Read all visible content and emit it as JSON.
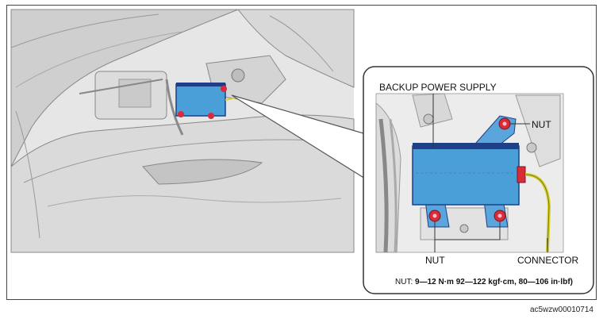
{
  "diagram": {
    "labels": {
      "backup_power_supply": "BACKUP POWER SUPPLY",
      "nut_top": "NUT",
      "nut_bottom": "NUT",
      "connector": "CONNECTOR"
    },
    "torque": {
      "prefix": "NUT:",
      "value": "9—12 N·m 92—122 kgf·cm, 80—106 in·lbf)"
    },
    "figure_code": "ac5wzw00010714"
  },
  "colors": {
    "module_blue": "#4a9fd8",
    "module_dark": "#1f3f86",
    "nut_red": "#d92b3a",
    "bracket_blue": "#5aa6dc",
    "wire_yellow": "#d8d030",
    "line_gray": "#777777"
  }
}
